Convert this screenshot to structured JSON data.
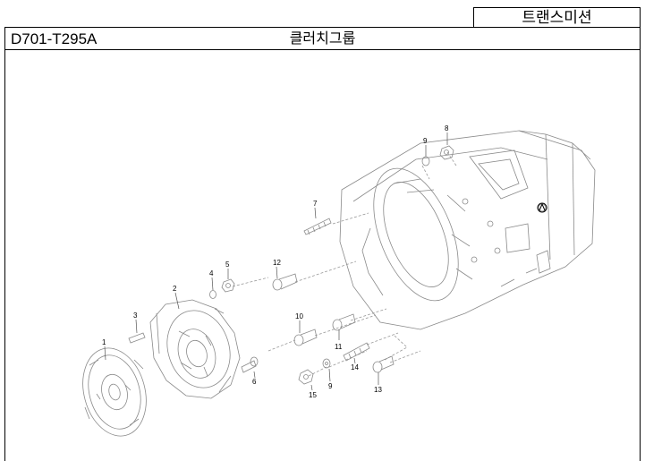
{
  "header": {
    "category": "트랜스미션",
    "part_code": "D701-T295A",
    "group_title": "클러치그룹"
  },
  "callouts": {
    "c1": "1",
    "c2": "2",
    "c3": "3",
    "c4": "4",
    "c5": "5",
    "c6": "6",
    "c7": "7",
    "c8": "8",
    "c9a": "9",
    "c9b": "9",
    "c10": "10",
    "c11": "11",
    "c12": "12",
    "c13": "13",
    "c14": "14",
    "c15": "15"
  }
}
